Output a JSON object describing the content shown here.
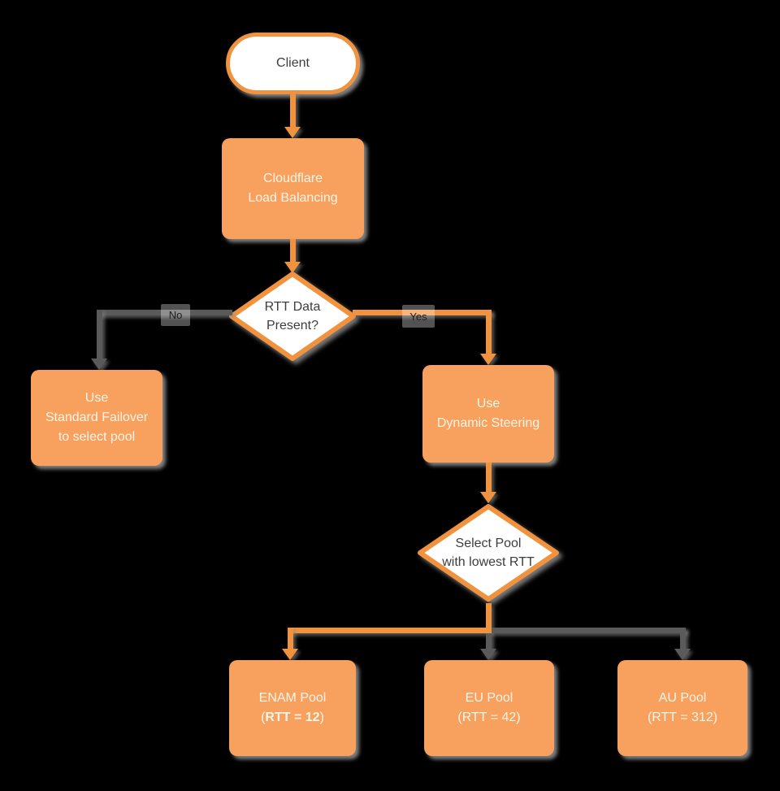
{
  "diagram": {
    "background": "#000000",
    "colors": {
      "node_fill": "#F8A15E",
      "node_border": "#F0923E",
      "connector_orange": "#F0923E",
      "connector_gray": "#5A5A5A",
      "text_on_orange": "#FCF4E8",
      "text_dark": "#3D3D3D"
    },
    "nodes": {
      "client": {
        "shape": "stadium",
        "label": "Client"
      },
      "load_balancing": {
        "shape": "rect",
        "line1": "Cloudflare",
        "line2": "Load Balancing"
      },
      "rtt_decision": {
        "shape": "diamond",
        "line1": "RTT Data",
        "line2": "Present?"
      },
      "standard_failover": {
        "shape": "rect",
        "line1": "Use",
        "line2": "Standard Failover",
        "line3": "to select pool"
      },
      "dynamic_steering": {
        "shape": "rect",
        "line1": "Use",
        "line2": "Dynamic Steering"
      },
      "select_pool": {
        "shape": "diamond",
        "line1": "Select Pool",
        "line2": "with lowest RTT"
      },
      "enam_pool": {
        "shape": "rect",
        "line1": "ENAM Pool",
        "line2_prefix": "(",
        "line2_bold": "RTT = 12",
        "line2_suffix": ")"
      },
      "eu_pool": {
        "shape": "rect",
        "line1": "EU Pool",
        "line2": "(RTT = 42)"
      },
      "au_pool": {
        "shape": "rect",
        "line1": "AU Pool",
        "line2": "(RTT = 312)"
      }
    },
    "edge_labels": {
      "no": "No",
      "yes": "Yes"
    }
  }
}
